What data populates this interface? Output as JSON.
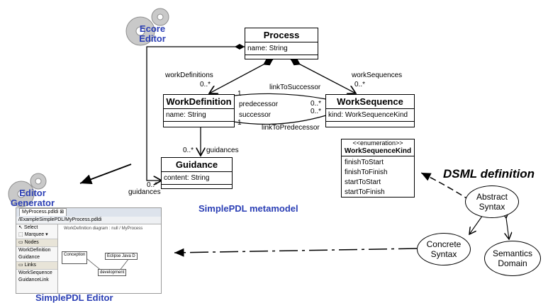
{
  "ecore_editor": {
    "line1": "Ecore",
    "line2": "Editor"
  },
  "editor_generator": {
    "line1": "Editor",
    "line2": "Generator"
  },
  "metamodel_caption": "SimplePDL metamodel",
  "editor_caption": "SimplePDL Editor",
  "dsml_definition": "DSML definition",
  "classes": {
    "process": {
      "name": "Process",
      "attr": "name: String"
    },
    "workdefinition": {
      "name": "WorkDefinition",
      "attr": "name: String"
    },
    "worksequence": {
      "name": "WorkSequence",
      "attr": "kind: WorkSequenceKind"
    },
    "guidance": {
      "name": "Guidance",
      "attr": "content: String"
    }
  },
  "enumeration": {
    "stereotype": "<<enumeration>>",
    "name": "WorkSequenceKind",
    "literals": [
      "finishToStart",
      "finishToFinish",
      "startToStart",
      "startToFinish"
    ]
  },
  "labels": {
    "workDefinitions": "workDefinitions",
    "workDefinitions_mult": "0..*",
    "workSequences": "workSequences",
    "workSequences_mult": "0..*",
    "linkToSuccessor": "linkToSuccessor",
    "linkToPredecessor": "linkToPredecessor",
    "predecessor": "predecessor",
    "successor": "successor",
    "one_a": "1",
    "one_b": "1",
    "mult_pred": "0..*",
    "mult_succ": "0..*",
    "guidances_wd": "guidances",
    "guidances_wd_mult": "0..*",
    "guidances_proc": "guidances",
    "guidances_proc_mult": "0..*"
  },
  "ellipses": {
    "abstract": {
      "line1": "Abstract",
      "line2": "Syntax"
    },
    "concrete": {
      "line1": "Concrete",
      "line2": "Syntax"
    },
    "semantics": {
      "line1": "Semantics",
      "line2": "Domain"
    }
  },
  "screenshot": {
    "tab": "MyProcess.pdldi",
    "path": "/ExampleSimplePDL/MyProcess.pdldi",
    "palette": {
      "select": "Select",
      "marquee": "Marquee",
      "nodes_header": "Nodes",
      "node_items": [
        "WorkDefinition",
        "Guidance"
      ],
      "links_header": "Links",
      "link_items": [
        "WorkSequence",
        "GuidanceLink"
      ]
    },
    "diagram_title": "WorkDefinition diagram : null / MyProcess",
    "node1": "Conception",
    "node2": "Eclipse Java D",
    "node3": "development"
  }
}
